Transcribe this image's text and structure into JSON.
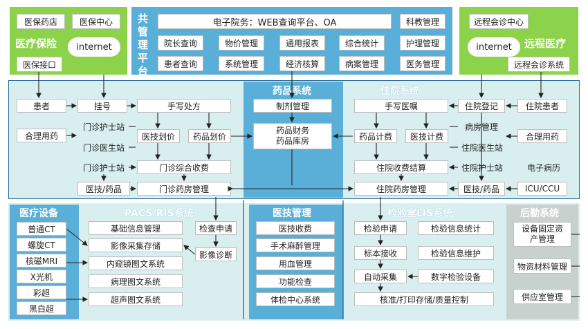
{
  "top": {
    "insurance": {
      "title": "医疗保险",
      "pharmacy": "医保药店",
      "center": "医保中心",
      "internet": "internet",
      "interface": "医保接口"
    },
    "management": {
      "title": "共管理平台",
      "wide": "电子院务：WEB查询平台、OA",
      "items": [
        "科教管理",
        "院长查询",
        "物价管理",
        "通用报表",
        "综合统计",
        "护理管理",
        "患者查询",
        "系统管理",
        "经济核算",
        "病案管理",
        "医务管理"
      ]
    },
    "remote": {
      "title": "远程医疗",
      "center": "远程会诊中心",
      "internet": "internet",
      "system": "远程会诊系统"
    }
  },
  "outpatient": {
    "patient": "患者",
    "register": "挂号",
    "prescription": "手写处方",
    "rational_drug": "合理用药",
    "nurse_station_1": "门诊护士站",
    "doctor_station": "门诊医生站",
    "nurse_station_2": "门诊护士站",
    "tech_pricing": "医技划价",
    "drug_pricing": "药品划价",
    "cashier": "门诊综合收费",
    "tech_drug": "医技/药品",
    "pharmacy_mgmt": "门诊药房管理"
  },
  "pharmacy": {
    "title": "药品系统",
    "prep": "制剂管理",
    "finance": "药品财务",
    "storage": "药品库房"
  },
  "inpatient": {
    "title": "住院系统",
    "orders": "手写医嘱",
    "admission": "住院登记",
    "inpatient": "住院患者",
    "ward": "病房管理",
    "drug_billing": "药品计费",
    "tech_billing": "医技计费",
    "rational_drug": "合理用药",
    "doctor_station": "住院医生站",
    "settlement": "住院收费结算",
    "nurse_station": "住院护士站",
    "emr": "电子病历",
    "pharmacy_mgmt": "住院药房管理",
    "tech_drug": "医技/药品",
    "icu": "ICU/CCU"
  },
  "equipment": {
    "title": "医疗设备",
    "items": [
      "普通CT",
      "螺旋CT",
      "核磁MRI",
      "X光机",
      "彩超",
      "黑白超"
    ]
  },
  "pacs": {
    "title": "PACS/RIS系统",
    "items": [
      "基础信息管理",
      "影像采集存储",
      "内窥镜图文系统",
      "病理图文系统",
      "超声图文系统"
    ],
    "request": "检查申请",
    "diagnosis": "影像诊断"
  },
  "medtech": {
    "title": "医技管理",
    "items": [
      "医技收费",
      "手术麻醉管理",
      "用血管理",
      "功能检查",
      "体检中心系统"
    ]
  },
  "lis": {
    "title": "检验室LIS系统",
    "request": "检验申请",
    "specimen": "标本接收",
    "collect": "自动采集",
    "stats": "检验信息统计",
    "maintain": "检验信息维护",
    "digital": "数字检验设备",
    "verify": "核准/打印存储/质量控制"
  },
  "logistics": {
    "title": "后勤系统",
    "assets": "设备固定资产管理",
    "materials": "物资材料管理",
    "supply": "供应室管理"
  },
  "colors": {
    "green": "#8cd24a",
    "blue": "#5aafd9",
    "light": "#d9efef",
    "band": "#e8f4f4",
    "dark": "#2a6e9c",
    "title_green": "#ffffff",
    "gray": "#c9d1cf",
    "gray_title": "#3d8c74"
  }
}
